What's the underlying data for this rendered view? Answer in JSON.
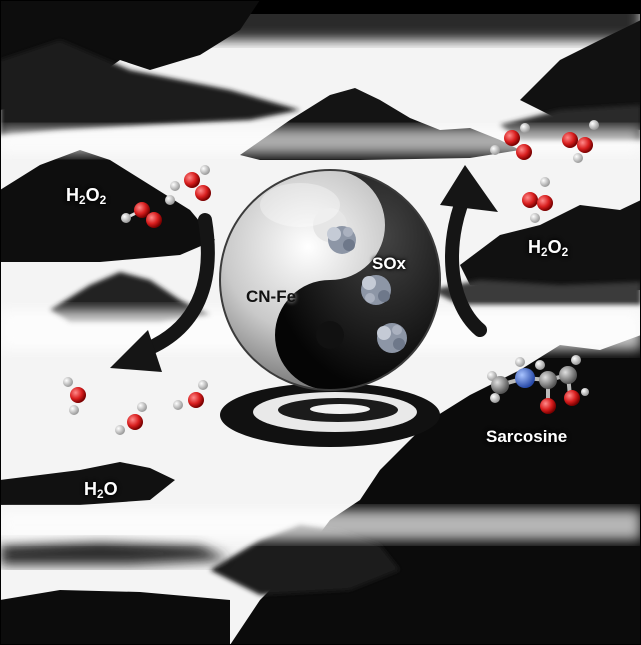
{
  "labels": {
    "h2o2_left": {
      "base": "H",
      "sub1": "2",
      "mid": "O",
      "sub2": "2"
    },
    "h2o2_right": {
      "base": "H",
      "sub1": "2",
      "mid": "O",
      "sub2": "2"
    },
    "h2o": {
      "base": "H",
      "sub1": "2",
      "tail": "O"
    },
    "catalyst": "CN-Fe",
    "enzyme": "SOx",
    "substrate": "Sarcosine"
  },
  "colors": {
    "ink": "#111111",
    "mist": "#ffffff",
    "oxygen": "#d81e1e",
    "hydrogen": "#eeeeee",
    "nitrogen": "#3e6fd8",
    "carbon": "#9a9a9a",
    "protein": "#8d96a6"
  },
  "icons": [
    "yin-yang-sphere",
    "curved-arrow",
    "water-molecule",
    "peroxide-molecule",
    "sarcosine-molecule",
    "enzyme-protein"
  ]
}
